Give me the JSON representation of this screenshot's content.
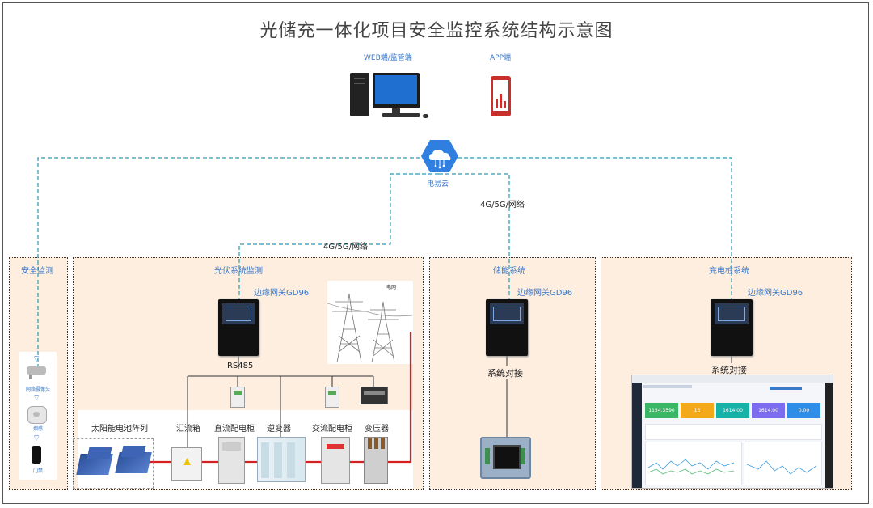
{
  "title": "光储充一体化项目安全监控系统结构示意图",
  "top": {
    "web_label": "WEB端/监管端",
    "app_label": "APP端",
    "cloud_label": "电易云",
    "net_label_right": "4G/5G/网络",
    "net_label_left": "4G/5G/网络"
  },
  "zones": {
    "safety": {
      "title": "安全监测",
      "camera_label": "网络摄像头",
      "smoke_label": "烟感",
      "door_label": "门禁"
    },
    "pv": {
      "title": "光伏系统监测",
      "gateway_label": "边缘网关GD96",
      "rs485_label": "RS485",
      "grid_label": "电网",
      "equipment": [
        "太阳能电池阵列",
        "汇流箱",
        "直流配电柜",
        "逆变器",
        "交流配电柜",
        "变压器"
      ]
    },
    "storage": {
      "title": "储能系统",
      "gateway_label": "边缘网关GD96",
      "link_label": "系统对接"
    },
    "charging": {
      "title": "充电桩系统",
      "gateway_label": "边缘网关GD96",
      "link_label": "系统对接",
      "dashboard_stats": [
        "1154.3590",
        "15",
        "1614.00",
        "1614.00",
        "0.00"
      ]
    }
  },
  "colors": {
    "dashed_line": "#2a9ab5",
    "zone_bg": "#fdeee0",
    "red_line": "#d42020",
    "accent_blue": "#3a78c8",
    "cloud": "#2f7fe0"
  }
}
